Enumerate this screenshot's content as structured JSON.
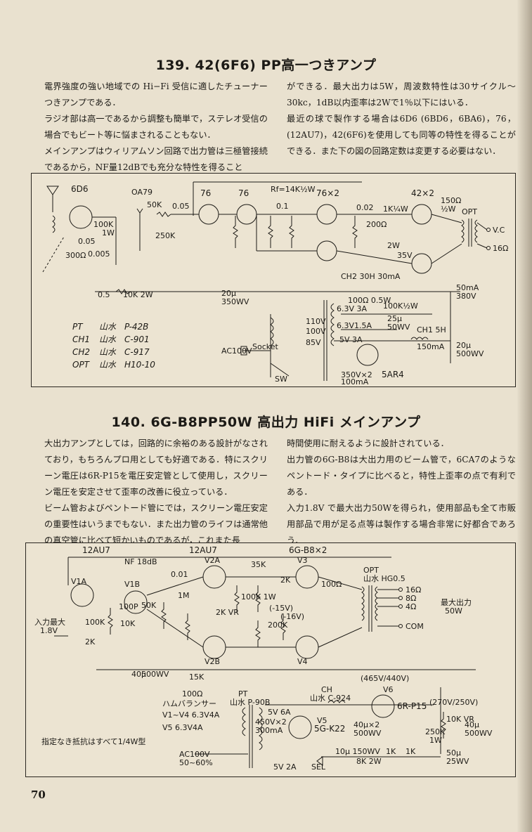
{
  "page_number": "70",
  "article_139": {
    "title": "139.  42(6F6) PP高一つきアンプ",
    "left_paragraphs": [
      "電界強度の強い地域での Hi−Fi 受信に適したチューナーつきアンプである．",
      "ラジオ部は高一であるから調整も簡単で，ステレオ受信の場合でもビート等に悩まされることもない．",
      "メインアンプはウィリアムソン回路で出力管は三極管接続であるから，NF量12dBでも充分な特性を得ること"
    ],
    "right_paragraphs": [
      "ができる．最大出力は5W，周波数特性は30サイクル〜30kc，1dB以内歪率は2Wで1％以下にはいる．",
      "最近の球で製作する場合は6D6 (6BD6，6BA6)，76，(12AU7)，42(6F6)を使用しても同等の特性を得ることができる．また下の図の回路定数は変更する必要はない．"
    ],
    "schematic": {
      "tubes": [
        "6D6",
        "76",
        "76",
        "76×2",
        "42×2",
        "5AR4"
      ],
      "labels": [
        "OA79",
        "50K",
        "0.05",
        "250K",
        "100K",
        "1W",
        "0.05",
        "0.005",
        "300Ω",
        "10K 2W",
        "0.5",
        "Rf=14K½W",
        "0.1",
        "0.02",
        "1K¼W",
        "150Ω",
        "½W",
        "OPT",
        "V.C",
        "16Ω",
        "200Ω",
        "2W",
        "35V",
        "CH2 30H 30mA",
        "20μ",
        "350WV",
        "50mA",
        "380V",
        "100Ω 0.5W",
        "100K½W",
        "25μ",
        "50WV",
        "6.3V 3A",
        "6.3V1.5A",
        "5V 3A",
        "CH1 5H",
        "150mA",
        "20μ",
        "500WV",
        "350V×2",
        "100mA",
        "AC100V",
        "Socket",
        "SW",
        "110V",
        "100V",
        "85V"
      ],
      "legend": [
        {
          "part": "PT",
          "maker": "山水",
          "model": "P-42B"
        },
        {
          "part": "CH1",
          "maker": "山水",
          "model": "C-901"
        },
        {
          "part": "CH2",
          "maker": "山水",
          "model": "C-917"
        },
        {
          "part": "OPT",
          "maker": "山水",
          "model": "H10-10"
        }
      ]
    }
  },
  "article_140": {
    "title": "140.  6G-B8PP50W  高出力 HiFi メインアンプ",
    "left_paragraphs": [
      "大出力アンプとしては，回路的に余裕のある設計がなされており，もちろんプロ用としても好適である．特にスクリーン電圧は6R-P15を電圧安定管として使用し，スクリーン電圧を安定させて歪率の改善に役立っている．",
      "ビーム管およびペントード管にでは，スクリーン電圧安定の重要性はいうまでもない．また出力管のライフは通常他の真空管に比べて短かいものであるが，これまた長"
    ],
    "right_paragraphs": [
      "時間使用に耐えるように設計されている．",
      "出力管の6G-B8は大出力用のビーム管で，6CA7のようなペントード・タイプに比べると，特性上歪率の点で有利である．",
      "入力1.8V で最大出力50Wを得られ，使用部品も全て市販用部品で用が足る点等は製作する場合非常に好都合であろう．"
    ],
    "schematic": {
      "tubes": [
        "12AU7",
        "12AU7",
        "6G-B8×2",
        "6R-P15",
        "5G-K22"
      ],
      "labels": [
        "NF 18dB",
        "V1A",
        "V1B",
        "V2A",
        "V2B",
        "V3",
        "V4",
        "V5",
        "V6",
        "入力最大",
        "1.8V",
        "100K",
        "2K",
        "10K",
        "100P",
        "50K",
        "0.01",
        "1M",
        "2K VR",
        "35K",
        "100K 1W",
        "200K",
        "2K",
        "100Ω",
        "OPT",
        "山水 HG0.5",
        "16Ω",
        "8Ω",
        "4Ω",
        "COM",
        "最大出力",
        "50W",
        "(-15V)",
        "(-16V)",
        "40μ",
        "500WV",
        "15K",
        "(465V/440V)",
        "100Ω",
        "ハムバランサー",
        "PT",
        "山水 P-90B",
        "V1~V4 6.3V4A",
        "V5 6.3V4A",
        "5V 6A",
        "CH",
        "山水 C-924",
        "450V×2",
        "300mA",
        "40μ×2",
        "500WV",
        "(270V/250V)",
        "10K VR",
        "250K",
        "1W",
        "40μ",
        "500WV",
        "AC100V",
        "50~60%",
        "5V 2A",
        "10μ 150WV",
        "8K 2W",
        "1K",
        "1K",
        "50μ",
        "25WV",
        "SEL",
        "指定なき抵抗はすべて1/4W型"
      ]
    }
  }
}
